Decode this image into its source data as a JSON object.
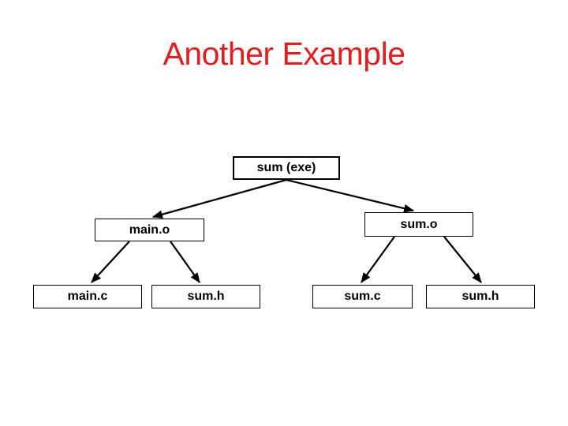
{
  "slide": {
    "title": "Another Example"
  },
  "colors": {
    "title_red": "#e02020",
    "box_border": "#000000",
    "box_fill": "#ffffff",
    "arrow": "#000000",
    "background": "#ffffff"
  },
  "diagram": {
    "type": "dependency-tree",
    "nodes": {
      "sum_exe": {
        "label": "sum (exe)"
      },
      "main_o": {
        "label": "main.o"
      },
      "sum_o": {
        "label": "sum.o"
      },
      "main_c": {
        "label": "main.c"
      },
      "sum_h_left": {
        "label": "sum.h"
      },
      "sum_c": {
        "label": "sum.c"
      },
      "sum_h_right": {
        "label": "sum.h"
      }
    },
    "edges": [
      {
        "from": "sum (exe)",
        "to": "main.o"
      },
      {
        "from": "sum (exe)",
        "to": "sum.o"
      },
      {
        "from": "main.o",
        "to": "main.c"
      },
      {
        "from": "main.o",
        "to": "sum.h"
      },
      {
        "from": "sum.o",
        "to": "sum.c"
      },
      {
        "from": "sum.o",
        "to": "sum.h"
      }
    ]
  }
}
